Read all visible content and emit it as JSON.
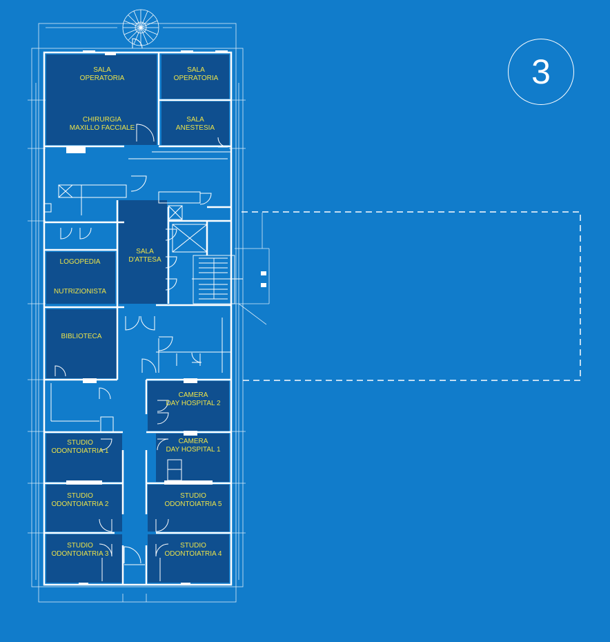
{
  "floor": {
    "number": "3"
  },
  "colors": {
    "background": "#117ccb",
    "room_fill": "#0f4f8f",
    "wall": "#ffffff",
    "label": "#ece34a"
  },
  "rooms": [
    {
      "id": "sala-operatoria-1",
      "label": "SALA\nOPERATORIA"
    },
    {
      "id": "sala-operatoria-2",
      "label": "SALA\nOPERATORIA"
    },
    {
      "id": "chirurgia-maxillo-facciale",
      "label": "CHIRURGIA\nMAXILLO FACCIALE"
    },
    {
      "id": "sala-anestesia",
      "label": "SALA\nANESTESIA"
    },
    {
      "id": "sala-attesa",
      "label": "SALA\nD'ATTESA"
    },
    {
      "id": "logopedia",
      "label": "LOGOPEDIA"
    },
    {
      "id": "nutrizionista",
      "label": "NUTRIZIONISTA"
    },
    {
      "id": "biblioteca",
      "label": "BIBLIOTECA"
    },
    {
      "id": "camera-day-hospital-2",
      "label": "CAMERA\nDAY HOSPITAL 2"
    },
    {
      "id": "camera-day-hospital-1",
      "label": "CAMERA\nDAY HOSPITAL 1"
    },
    {
      "id": "studio-odontoiatria-1",
      "label": "STUDIO\nODONTOIATRIA 1"
    },
    {
      "id": "studio-odontoiatria-2",
      "label": "STUDIO\nODONTOIATRIA 2"
    },
    {
      "id": "studio-odontoiatria-3",
      "label": "STUDIO\nODONTOIATRIA 3"
    },
    {
      "id": "studio-odontoiatria-4",
      "label": "STUDIO\nODONTOIATRIA 4"
    },
    {
      "id": "studio-odontoiatria-5",
      "label": "STUDIO\nODONTOIATRIA 5"
    }
  ]
}
